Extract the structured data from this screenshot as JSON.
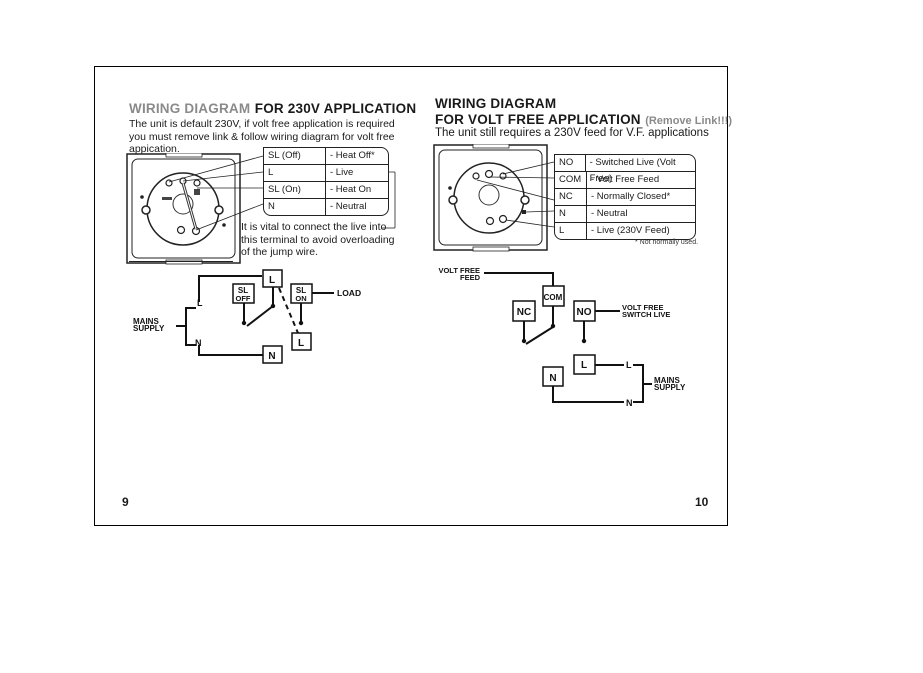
{
  "left_page": {
    "title_gray": "WIRING DIAGRAM",
    "title_black": "FOR 230V APPLICATION",
    "intro_lines": [
      "The unit is default 230V, if volt free application is required",
      "you must remove link & follow wiring diagram for volt free",
      "appication."
    ],
    "terminal_table": [
      {
        "terminal": "SL (Off)",
        "description": "- Heat Off*"
      },
      {
        "terminal": "L",
        "description": "- Live"
      },
      {
        "terminal": "SL (On)",
        "description": "- Heat On"
      },
      {
        "terminal": "N",
        "description": "- Neutral"
      }
    ],
    "warning_lines": [
      "It is vital to connect the live into",
      "this terminal to avoid overloading",
      "of the jump wire."
    ],
    "schematic": {
      "mains_supply": [
        "MAINS",
        "SUPPLY"
      ],
      "line_l": "L",
      "line_n": "N",
      "box_l_top": "L",
      "box_sl_off": [
        "SL",
        "OFF"
      ],
      "box_sl_on": [
        "SL",
        "ON"
      ],
      "box_l_bottom": "L",
      "box_n": "N",
      "load": "LOAD"
    },
    "page_number": "9"
  },
  "right_page": {
    "title_line1": "WIRING DIAGRAM",
    "title_line2": "FOR VOLT FREE APPLICATION",
    "remove_link": "(Remove Link!!!)",
    "subtitle": "The unit still requires a 230V feed for V.F. applications",
    "terminal_table": [
      {
        "terminal": "NO",
        "description": "- Switched Live (Volt Free)"
      },
      {
        "terminal": "COM",
        "description": "- Volt Free Feed"
      },
      {
        "terminal": "NC",
        "description": "- Normally Closed*"
      },
      {
        "terminal": "N",
        "description": "- Neutral"
      },
      {
        "terminal": "L",
        "description": "- Live (230V Feed)"
      }
    ],
    "footnote": "* Not normally used.",
    "schematic": {
      "volt_free_feed": [
        "VOLT FREE",
        "FEED"
      ],
      "box_com": "COM",
      "box_nc": "NC",
      "box_no": "NO",
      "volt_free_switch_live": [
        "VOLT FREE",
        "SWITCH LIVE"
      ],
      "box_l": "L",
      "box_n": "N",
      "line_l": "L",
      "line_n": "N",
      "mains_supply": [
        "MAINS",
        "SUPPLY"
      ]
    },
    "page_number": "10"
  }
}
